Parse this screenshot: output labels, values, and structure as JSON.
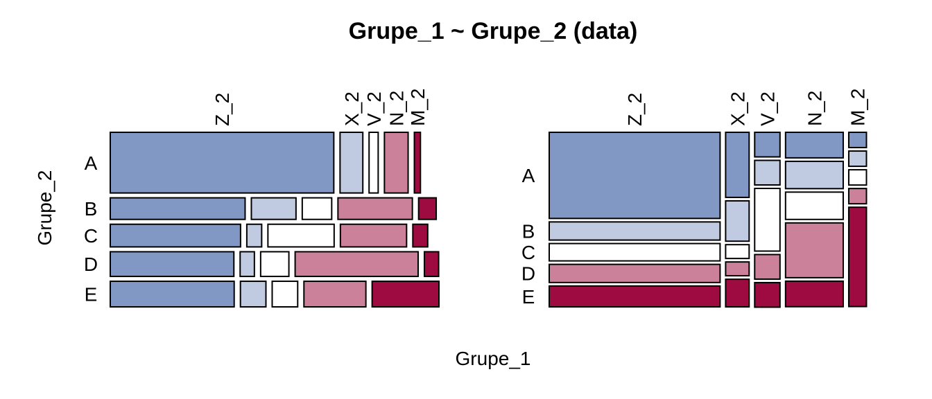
{
  "chart_data": {
    "type": "mosaic",
    "title": "Grupe_1 ~ Grupe_2 (data)",
    "xlabel": "Grupe_1",
    "ylabel": "Grupe_2",
    "columns": [
      "Z_2",
      "X_2",
      "V_2",
      "N_2",
      "M_2"
    ],
    "rows": [
      "A",
      "B",
      "C",
      "D",
      "E"
    ],
    "colors": {
      "Z_2": "#8197c4",
      "X_2": "#c0cbe2",
      "V_2": "#ffffff",
      "N_2": "#cc819b",
      "M_2": "#9e0b40"
    },
    "panels": [
      {
        "name": "left",
        "note": "rows = Grupe_2 (A..E), within each row widths split by Grupe_1",
        "row_proportions": [
          0.391,
          0.139,
          0.146,
          0.159,
          0.165
        ],
        "row_splits": [
          [
            0.736,
            0.075,
            0.03,
            0.078,
            0.02
          ],
          [
            0.444,
            0.147,
            0.097,
            0.245,
            0.058
          ],
          [
            0.429,
            0.049,
            0.218,
            0.218,
            0.049
          ],
          [
            0.407,
            0.047,
            0.093,
            0.405,
            0.047
          ],
          [
            0.408,
            0.084,
            0.084,
            0.204,
            0.22
          ]
        ]
      },
      {
        "name": "right",
        "note": "columns = Grupe_1 (Z_2..M_2), within each column heights split by Grupe_2",
        "col_proportions": [
          0.56,
          0.077,
          0.083,
          0.189,
          0.058
        ],
        "col_splits": [
          [
            0.536,
            0.113,
            0.108,
            0.113,
            0.13
          ],
          [
            0.405,
            0.251,
            0.086,
            0.086,
            0.172
          ],
          [
            0.153,
            0.153,
            0.39,
            0.153,
            0.153
          ],
          [
            0.159,
            0.17,
            0.17,
            0.341,
            0.159
          ],
          [
            0.095,
            0.095,
            0.095,
            0.095,
            0.618
          ]
        ]
      }
    ]
  }
}
